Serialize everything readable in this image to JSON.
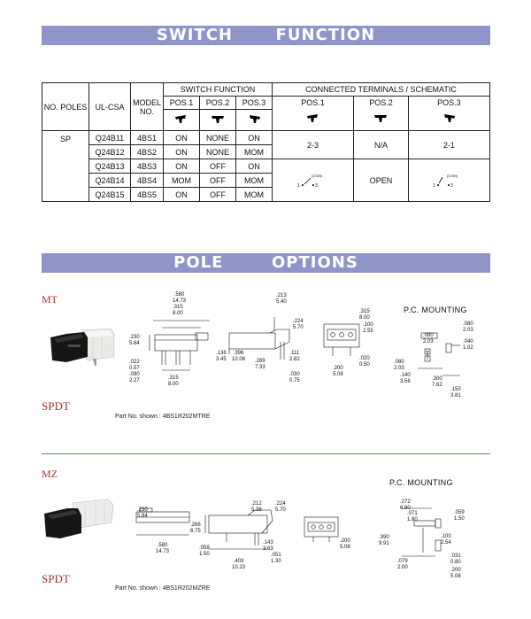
{
  "banner_switch": {
    "part1": "SWITCH",
    "part2": "FUNCTION"
  },
  "banner_pole": {
    "part1": "POLE",
    "part2": "OPTIONS"
  },
  "table": {
    "hdr_no_poles": "NO. POLES",
    "hdr_ulcsa": "UL-CSA",
    "hdr_model": "MODEL NO.",
    "hdr_switch_function": "SWITCH FUNCTION",
    "hdr_connected": "CONNECTED TERMINALS / SCHEMATIC",
    "pos1": "POS.1",
    "pos2": "POS.2",
    "pos3": "POS.3",
    "poles": "SP",
    "rows": [
      {
        "ul": "Q24B11",
        "model": "4BS1",
        "p1": "ON",
        "p2": "NONE",
        "p3": "ON"
      },
      {
        "ul": "Q24B12",
        "model": "4BS2",
        "p1": "ON",
        "p2": "NONE",
        "p3": "MOM"
      },
      {
        "ul": "Q24B13",
        "model": "4BS3",
        "p1": "ON",
        "p2": "OFF",
        "p3": "ON"
      },
      {
        "ul": "Q24B14",
        "model": "4BS4",
        "p1": "MOM",
        "p2": "OFF",
        "p3": "MOM"
      },
      {
        "ul": "Q24B15",
        "model": "4BS5",
        "p1": "ON",
        "p2": "OFF",
        "p3": "MOM"
      }
    ],
    "conn_pos1": "2-3",
    "conn_pos2_a": "N/A",
    "conn_pos2_b": "OPEN",
    "conn_pos3": "2-1",
    "schem_left": "(COM)",
    "schem_right": "(COM)"
  },
  "mt": {
    "code": "MT",
    "type": "SPDT",
    "partno": "Part No. shown : 4BS1R202MTRE",
    "pcm": "P.C. MOUNTING",
    "dims": {
      "a": ".580\n14.73",
      "b": ".315\n8.00",
      "c": ".230\n5.84",
      "d": ".136\n3.45",
      "e": ".022\n0.57",
      "f": ".090\n2.27",
      "g": ".315\n8.00",
      "h": ".213\n5.40",
      "i": ".224\n5.70",
      "j": ".396\n10.06",
      "k": ".289\n7.33",
      "l": ".111\n2.82",
      "m": ".030\n0.75",
      "n": ".315\n8.00",
      "o": ".100\n2.55",
      "p": ".020\n0.50",
      "q": ".200\n5.08",
      "r": ".080\n2.03",
      "s": ".080\n2.03",
      "t": ".040\n1.02",
      "u": ".080\n2.03",
      "v": ".140\n3.56",
      "w": ".300\n7.62",
      "x": ".150\n3.81"
    }
  },
  "mz": {
    "code": "MZ",
    "type": "SPDT",
    "partno": "Part No. shown : 4BS1R202MZRE",
    "pcm": "P.C. MOUNTING",
    "dims": {
      "a": ".230\n5.84",
      "b": ".580\n14.73",
      "c": ".266\n6.75",
      "d": ".059\n1.50",
      "e": ".212\n5.38",
      "f": ".224\n5.70",
      "g": ".143\n3.63",
      "h": ".051\n1.30",
      "i": ".403\n10.23",
      "j": ".200\n5.08",
      "k": ".272\n6.90",
      "l": ".071\n1.80",
      "m": ".059\n1.50",
      "n": ".390\n9.91",
      "o": ".100\n2.54",
      "p": ".079\n2.00",
      "q": ".031\n0.80",
      "r": ".200\n5.08"
    }
  }
}
